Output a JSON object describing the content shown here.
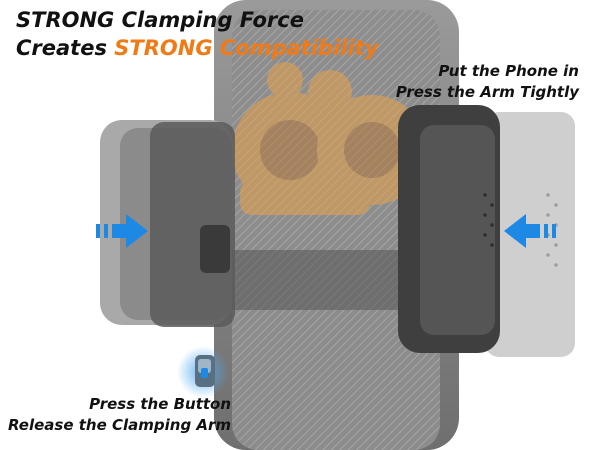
{
  "headline": {
    "line1": "STRONG Clamping Force",
    "line2_prefix": "Creates ",
    "line2_accent": "STRONG Compatibility"
  },
  "callouts": {
    "right": [
      "Put the Phone in",
      "Press the Arm Tightly"
    ],
    "button": [
      "Press the Button",
      "Release the Clamping Arm"
    ]
  },
  "colors": {
    "accent": "#f07a16",
    "arrow": "#1e88e5",
    "holder": "#4a4a4a"
  },
  "icons": [
    "left-arrow-icon",
    "right-arrow-icon",
    "release-button-icon"
  ]
}
